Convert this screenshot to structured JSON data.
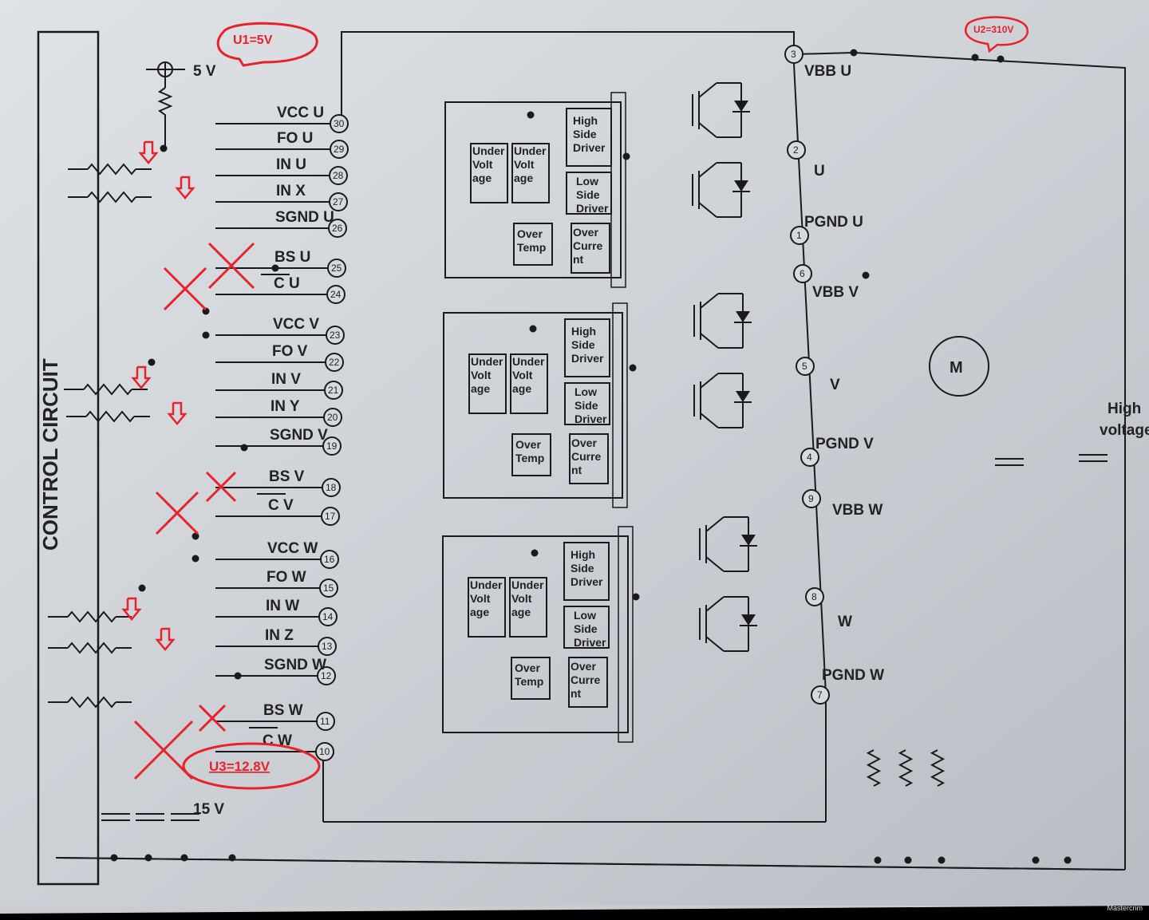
{
  "control_circuit_label": "CONTROL CIRCUIT",
  "supply_5v": "5 V",
  "supply_15v": "15 V",
  "high_voltage": [
    "High",
    "voltage"
  ],
  "motor": "M",
  "annotations": {
    "u1": "U1=5V",
    "u2": "U2=310V",
    "u3": "U3=12.8V"
  },
  "block_text": {
    "high_side": [
      "High",
      "Side",
      "Driver"
    ],
    "low_side": [
      "Low",
      "Side",
      "Driver"
    ],
    "under_voltage": [
      "Under",
      "Volt",
      "age"
    ],
    "over_temp": [
      "Over",
      "Temp"
    ],
    "over_current": [
      "Over",
      "Curre",
      "nt"
    ]
  },
  "left_pins": [
    {
      "num": "30",
      "label": "VCC U"
    },
    {
      "num": "29",
      "label": "FO U"
    },
    {
      "num": "28",
      "label": "IN U"
    },
    {
      "num": "27",
      "label": "IN X"
    },
    {
      "num": "26",
      "label": "SGND U"
    },
    {
      "num": "25",
      "label": "BS U"
    },
    {
      "num": "24",
      "label": "C U"
    },
    {
      "num": "23",
      "label": "VCC V"
    },
    {
      "num": "22",
      "label": "FO V"
    },
    {
      "num": "21",
      "label": "IN V"
    },
    {
      "num": "20",
      "label": "IN Y"
    },
    {
      "num": "19",
      "label": "SGND V"
    },
    {
      "num": "18",
      "label": "BS V"
    },
    {
      "num": "17",
      "label": "C V"
    },
    {
      "num": "16",
      "label": "VCC W"
    },
    {
      "num": "15",
      "label": "FO W"
    },
    {
      "num": "14",
      "label": "IN W"
    },
    {
      "num": "13",
      "label": "IN Z"
    },
    {
      "num": "12",
      "label": "SGND W"
    },
    {
      "num": "11",
      "label": "BS W"
    },
    {
      "num": "10",
      "label": "C W"
    }
  ],
  "right_pins": [
    {
      "num": "3",
      "label": "VBB U"
    },
    {
      "num": "2",
      "label": "U"
    },
    {
      "num": "1",
      "label": "PGND U"
    },
    {
      "num": "6",
      "label": "VBB V"
    },
    {
      "num": "5",
      "label": "V"
    },
    {
      "num": "4",
      "label": "PGND V"
    },
    {
      "num": "9",
      "label": "VBB W"
    },
    {
      "num": "8",
      "label": "W"
    },
    {
      "num": "7",
      "label": "PGND W"
    }
  ],
  "watermark": "Mastercrim"
}
